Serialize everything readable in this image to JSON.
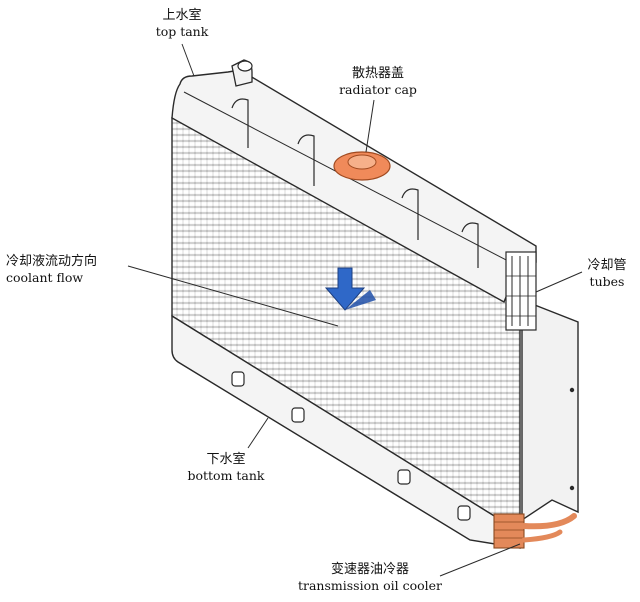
{
  "labels": {
    "top_tank": {
      "zh": "上水室",
      "en": "top tank"
    },
    "radiator_cap": {
      "zh": "散热器盖",
      "en": "radiator cap"
    },
    "coolant_flow": {
      "zh": "冷却液流动方向",
      "en": "coolant flow"
    },
    "tubes": {
      "zh": "冷却管",
      "en": "tubes"
    },
    "bottom_tank": {
      "zh": "下水室",
      "en": "bottom tank"
    },
    "oil_cooler": {
      "zh": "变速器油冷器",
      "en": "transmission oil cooler"
    }
  },
  "colors": {
    "tank": "#f4f4f4",
    "outline": "#2a2a2a",
    "fin": "#9a9a9a",
    "cap": "#f08a5a",
    "arrow": "#2f68c8",
    "oil_pipe": "#e3895a"
  }
}
